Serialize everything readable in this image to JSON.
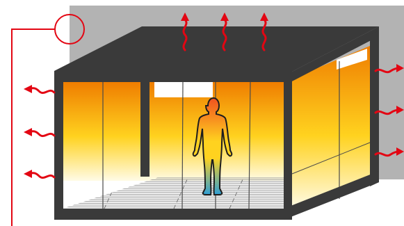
{
  "colors": {
    "background": "#ffffff",
    "backdrop": "#b3b3b3",
    "structure": "#3a3a3a",
    "heat_arrow": "#e30613",
    "wire": "#e30613",
    "glow_top": "#ef7d00",
    "glow_mid": "#ffd21f",
    "glow_bottom": "#fffbe6",
    "figure_hot": "#f0521f",
    "figure_warm": "#ffd21f",
    "figure_cool": "#2e9fd6",
    "floor_grid": "#9a9a9a",
    "heater_panel": "#ffffff"
  },
  "icons": {
    "roof_heat": "heat-wave-arrow-icon",
    "side_heat": "heat-wave-arrow-icon",
    "sensor": "circle-sensor-icon",
    "person": "human-thermal-figure-icon"
  },
  "heat_loss": {
    "roof_arrows": 3,
    "left_wall_arrows": 3,
    "right_wall_arrows": 3
  }
}
